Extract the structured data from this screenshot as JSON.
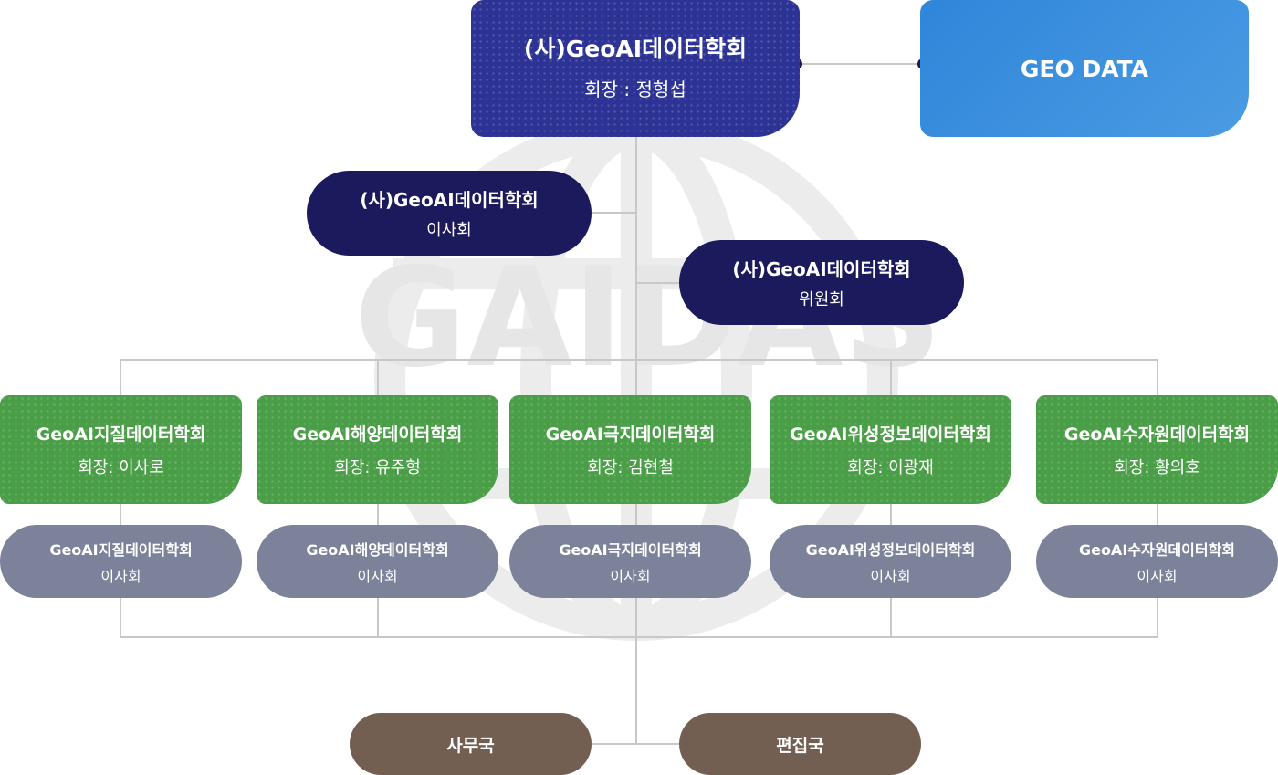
{
  "watermark": {
    "text": "GAIDAS"
  },
  "top": {
    "main": {
      "title": "(사)GeoAI데이터학회",
      "subtitle": "회장 : 정형섭"
    },
    "geo_data": {
      "title": "GEO DATA"
    }
  },
  "board": {
    "title": "(사)GeoAI데이터학회",
    "subtitle": "이사회"
  },
  "committee": {
    "title": "(사)GeoAI데이터학회",
    "subtitle": "위원회"
  },
  "societies": [
    {
      "name": "GeoAI지질데이터학회",
      "president": "회장: 이사로",
      "board_name": "GeoAI지질데이터학회",
      "board_label": "이사회"
    },
    {
      "name": "GeoAI해양데이터학회",
      "president": "회장: 유주형",
      "board_name": "GeoAI해양데이터학회",
      "board_label": "이사회"
    },
    {
      "name": "GeoAI극지데이터학회",
      "president": "회장: 김현철",
      "board_name": "GeoAI극지데이터학회",
      "board_label": "이사회"
    },
    {
      "name": "GeoAI위성정보데이터학회",
      "president": "회장: 이광재",
      "board_name": "GeoAI위성정보데이터학회",
      "board_label": "이사회"
    },
    {
      "name": "GeoAI수자원데이터학회",
      "president": "회장: 황의호",
      "board_name": "GeoAI수자원데이터학회",
      "board_label": "이사회"
    }
  ],
  "bottom": {
    "secretariat": "사무국",
    "editorial": "편집국"
  },
  "colors": {
    "main": "#2c3394",
    "geo": "#3a8fdd",
    "navy": "#1a1a5c",
    "green": "#4a9e47",
    "gray": "#7b8299",
    "brown": "#735f51",
    "line": "#c8c8c8"
  }
}
